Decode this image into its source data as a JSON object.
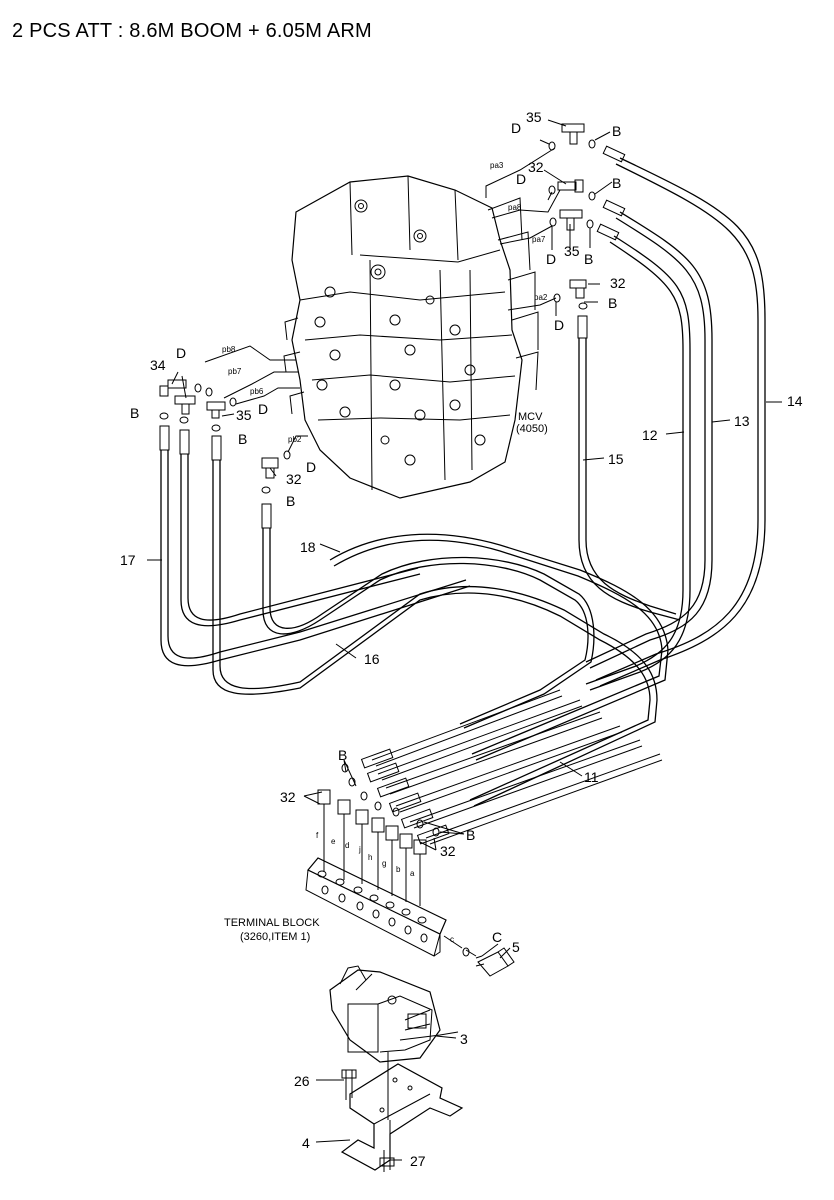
{
  "title": "2 PCS ATT : 8.6M BOOM + 6.05M ARM",
  "labels": {
    "mcv": "MCV",
    "mcv_code": "(4050)",
    "terminal_block": "TERMINAL BLOCK",
    "terminal_block_ref": "(3260,ITEM 1)"
  },
  "port_labels": {
    "pa3": "pa3",
    "pa8": "pa8",
    "pa7": "pa7",
    "pa2": "pa2",
    "pb8": "pb8",
    "pb7": "pb7",
    "pb6": "pb6",
    "pb2": "pb2"
  },
  "block_letters": [
    "f",
    "e",
    "d",
    "j",
    "h",
    "g",
    "b",
    "a",
    "c"
  ],
  "callouts": {
    "n35a": "35",
    "n32a": "32",
    "n35b": "35",
    "n32b": "32",
    "n34": "34",
    "n35c": "35",
    "n32c": "32",
    "n14": "14",
    "n13": "13",
    "n12": "12",
    "n15": "15",
    "n17": "17",
    "n18": "18",
    "n16": "16",
    "n11": "11",
    "n32d": "32",
    "n32e": "32",
    "n5": "5",
    "n3": "3",
    "n26": "26",
    "n4": "4",
    "n27": "27"
  },
  "letters": {
    "B": "B",
    "D": "D",
    "C": "C"
  }
}
